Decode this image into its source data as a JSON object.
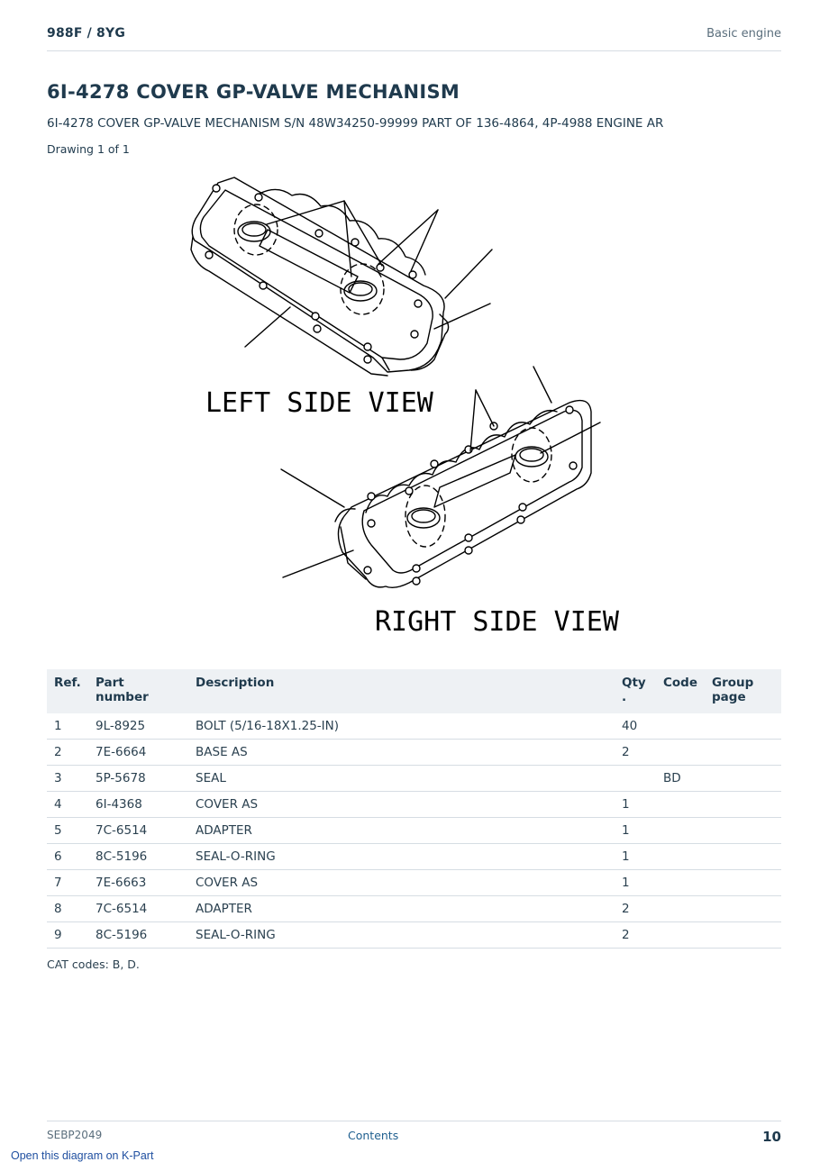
{
  "header": {
    "model": "988F  /  8YG",
    "section": "Basic engine"
  },
  "title": "6I-4278 COVER GP-VALVE MECHANISM",
  "subtitle": "6I-4278 COVER GP-VALVE MECHANISM S/N 48W34250-99999 PART OF 136-4864, 4P-4988 ENGINE AR",
  "drawing_count": "Drawing 1 of 1",
  "drawing": {
    "left_label": "LEFT SIDE VIEW",
    "right_label": "RIGHT SIDE VIEW"
  },
  "table": {
    "headers": {
      "ref": "Ref.",
      "part_number": "Part number",
      "description": "Description",
      "qty": "Qty .",
      "code": "Code",
      "group_page": "Group page"
    },
    "rows": [
      {
        "ref": "1",
        "part_number": "9L-8925",
        "description": "BOLT (5/16-18X1.25-IN)",
        "qty": "40",
        "code": "",
        "group_page": ""
      },
      {
        "ref": "2",
        "part_number": "7E-6664",
        "description": "BASE AS",
        "qty": "2",
        "code": "",
        "group_page": ""
      },
      {
        "ref": "3",
        "part_number": "5P-5678",
        "description": "SEAL",
        "qty": "",
        "code": "BD",
        "group_page": ""
      },
      {
        "ref": "4",
        "part_number": "6I-4368",
        "description": "COVER AS",
        "qty": "1",
        "code": "",
        "group_page": ""
      },
      {
        "ref": "5",
        "part_number": "7C-6514",
        "description": "ADAPTER",
        "qty": "1",
        "code": "",
        "group_page": ""
      },
      {
        "ref": "6",
        "part_number": "8C-5196",
        "description": "SEAL-O-RING",
        "qty": "1",
        "code": "",
        "group_page": ""
      },
      {
        "ref": "7",
        "part_number": "7E-6663",
        "description": "COVER AS",
        "qty": "1",
        "code": "",
        "group_page": ""
      },
      {
        "ref": "8",
        "part_number": "7C-6514",
        "description": "ADAPTER",
        "qty": "2",
        "code": "",
        "group_page": ""
      },
      {
        "ref": "9",
        "part_number": "8C-5196",
        "description": "SEAL-O-RING",
        "qty": "2",
        "code": "",
        "group_page": ""
      }
    ]
  },
  "cat_codes": "CAT codes: B, D.",
  "footer": {
    "doc_code": "SEBP2049",
    "contents_link": "Contents",
    "page_number": "10"
  },
  "kpart_link": "Open this diagram on K-Part"
}
